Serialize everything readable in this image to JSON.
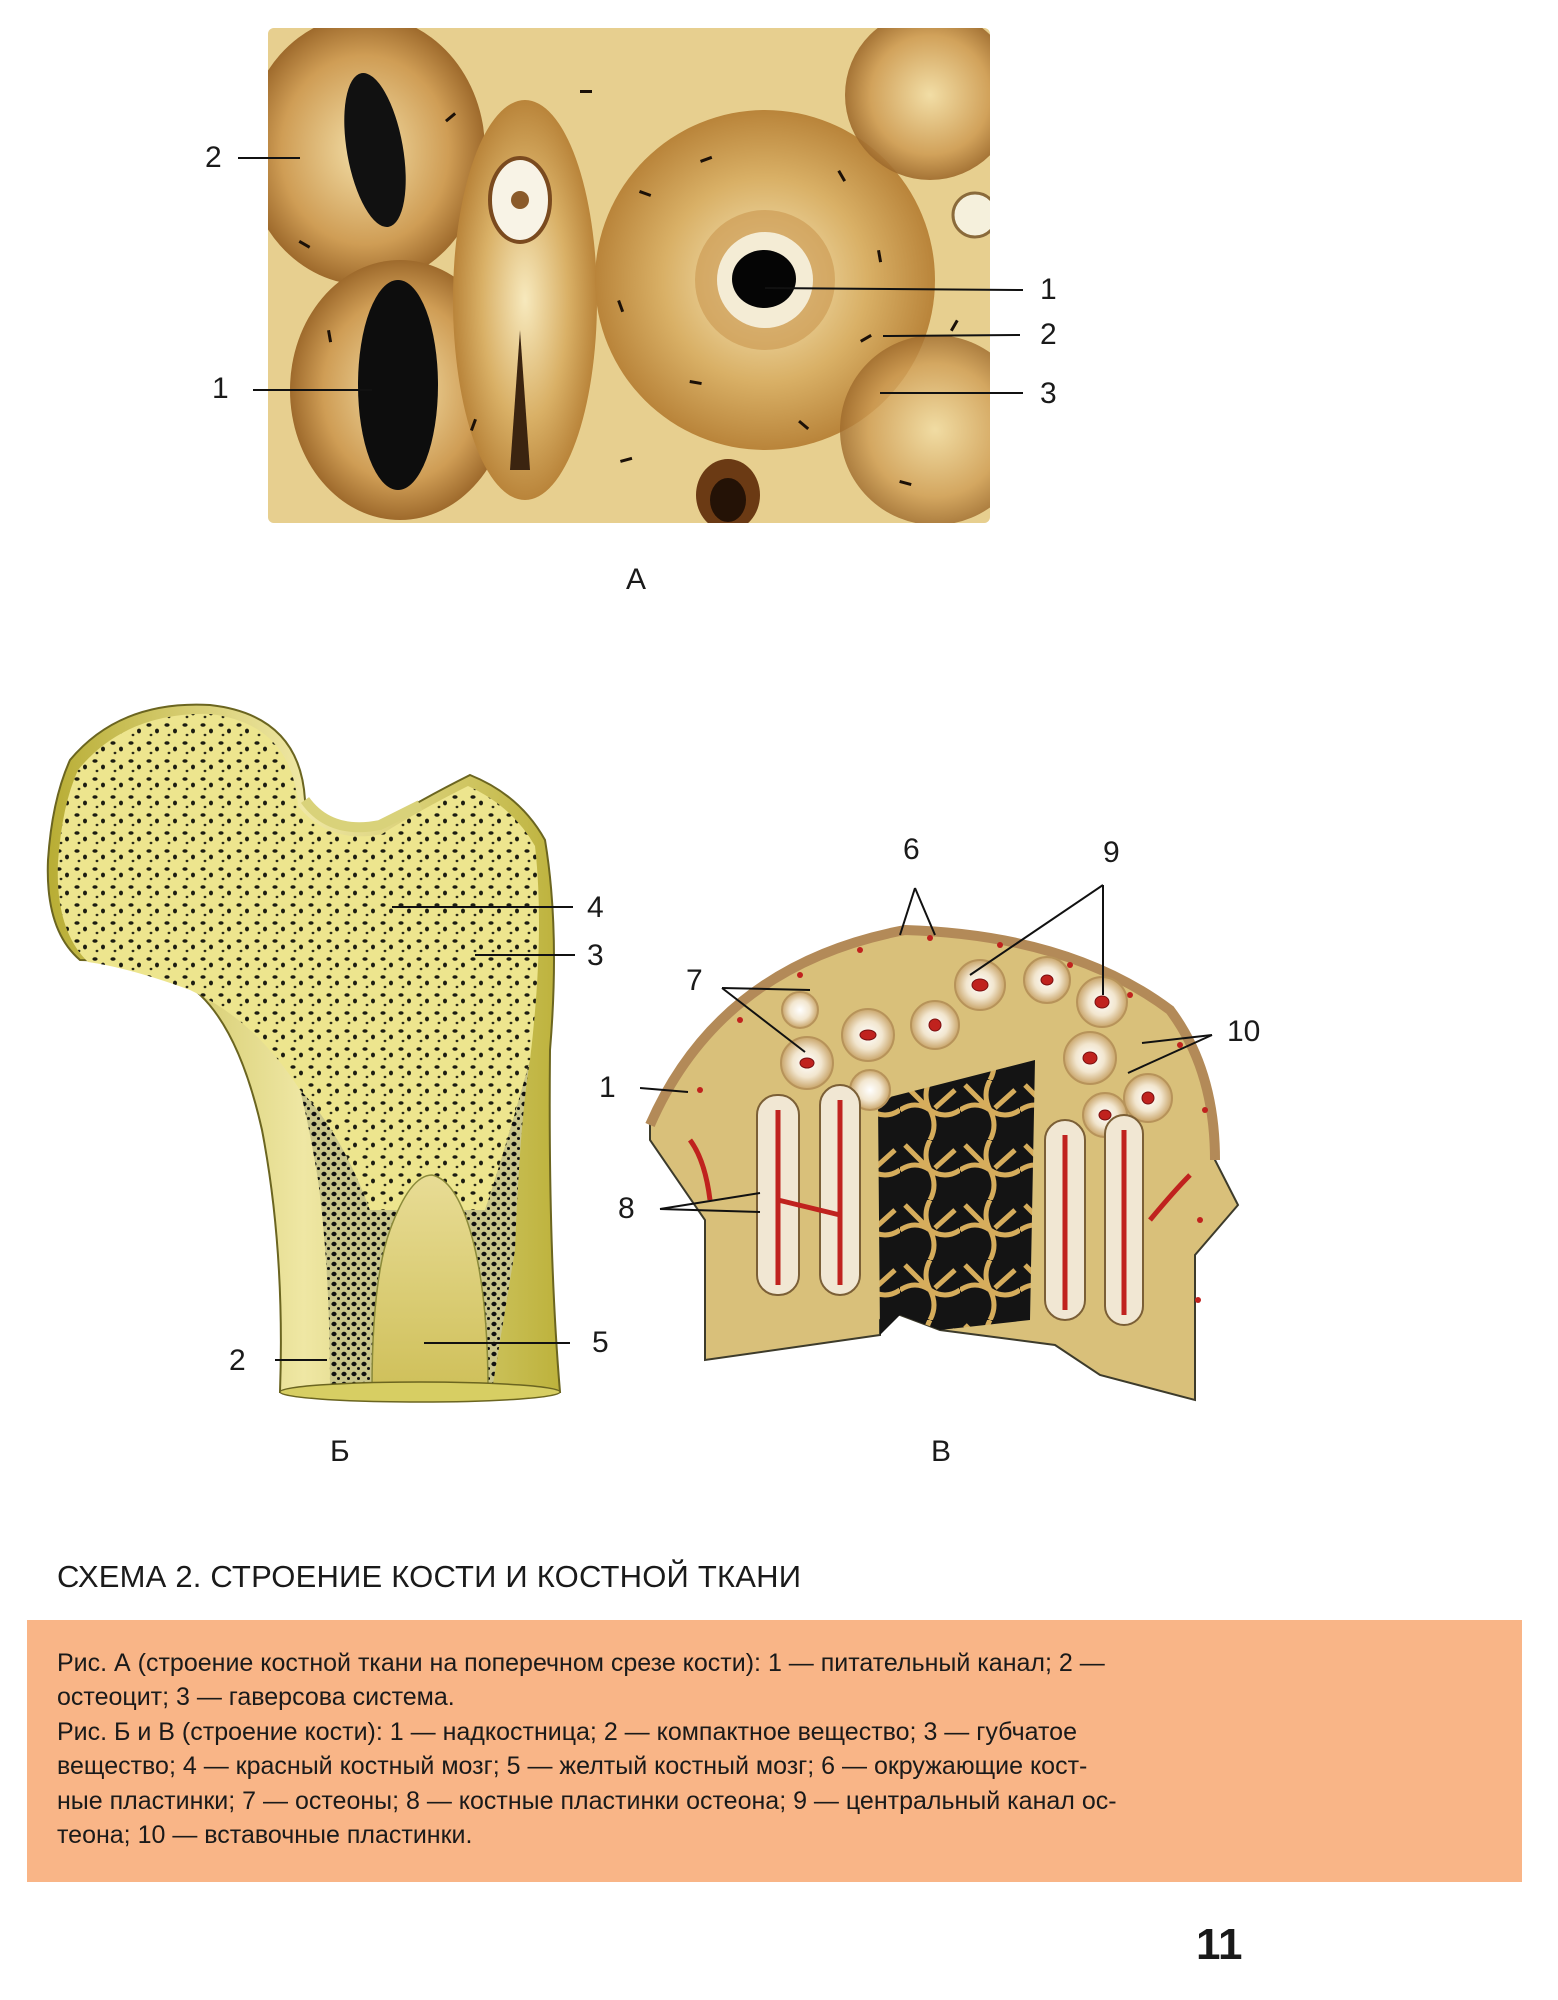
{
  "panels": {
    "a": {
      "letter": "А",
      "labels": {
        "l2_left": "2",
        "l1_left": "1",
        "l1_right": "1",
        "l2_right": "2",
        "l3_right": "3"
      }
    },
    "b": {
      "letter": "Б",
      "labels": {
        "l4": "4",
        "l3": "3",
        "l2": "2",
        "l5": "5"
      }
    },
    "v": {
      "letter": "В",
      "labels": {
        "l6": "6",
        "l9": "9",
        "l7": "7",
        "l10": "10",
        "l1": "1",
        "l8": "8"
      }
    }
  },
  "schema_title": "СХЕМА 2. СТРОЕНИЕ КОСТИ И КОСТНОЙ ТКАНИ",
  "caption_lines": [
    "Рис. А (строение костной ткани на поперечном срезе кости): 1 — питательный канал; 2 —",
    "остеоцит; 3 — гаверсова система.",
    "Рис. Б и В (строение кости): 1 — надкостница; 2 — компактное вещество; 3 — губчатое",
    "вещество; 4 — красный костный мозг; 5 — желтый костный мозг; 6 — окружающие кост-",
    "ные пластинки; 7 — остеоны; 8 — костные пластинки остеона; 9 — центральный канал ос-",
    "теона; 10 — вставочные пластинки."
  ],
  "page_number": "11",
  "colors": {
    "caption_bg": "#f9b587",
    "bone_yellow": "#e8d77a",
    "tissue_tan": "#d2a85a"
  }
}
